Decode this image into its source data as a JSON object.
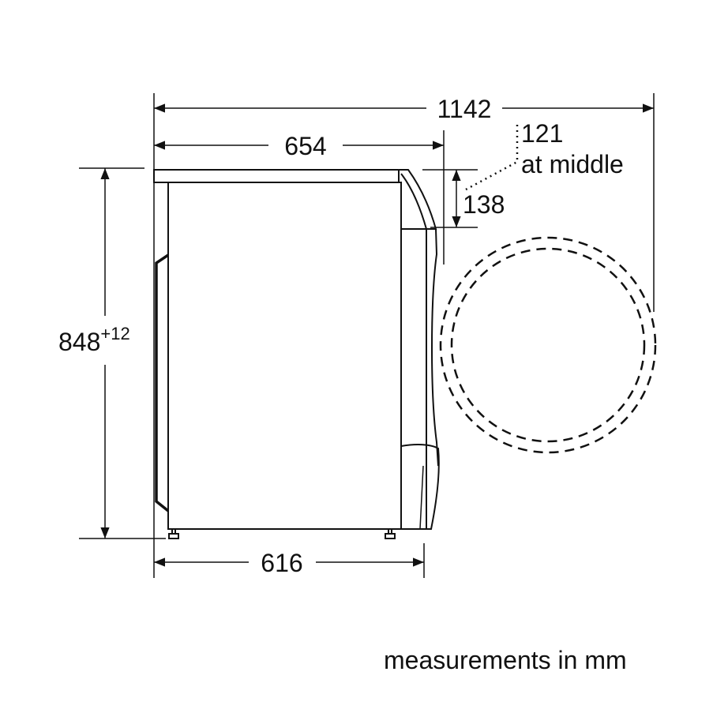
{
  "dimensions": {
    "total_depth": "1142",
    "body_depth": "654",
    "base_depth": "616",
    "height": "848",
    "height_tolerance": "+12",
    "top_offset": "138",
    "door_note_value": "121",
    "door_note_text": "at middle"
  },
  "footer": "measurements in mm",
  "colors": {
    "line": "#111111",
    "background": "#ffffff"
  }
}
